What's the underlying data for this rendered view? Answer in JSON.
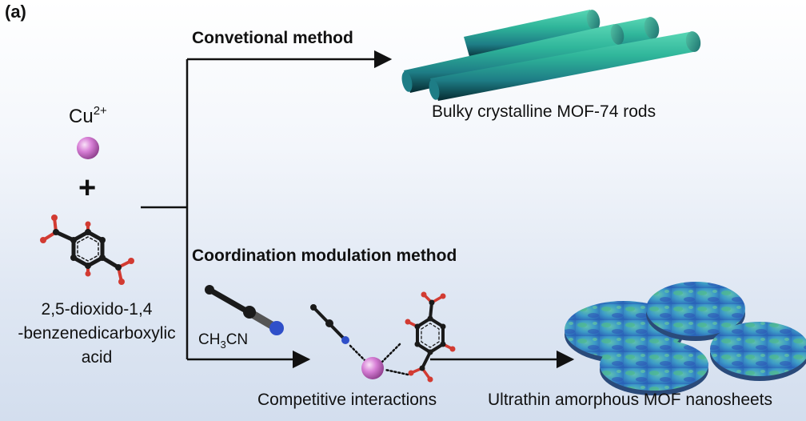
{
  "panel_label": "(a)",
  "ion_label": "Cu",
  "ion_charge": "2+",
  "plus_sign": "+",
  "ligand_name": [
    "2,5-dioxido-1,4",
    "-benzenedicarboxylic",
    "acid"
  ],
  "conventional_method": "Convetional method",
  "conventional_product": "Bulky crystalline MOF-74 rods",
  "modulation_method": "Coordination modulation method",
  "modulator": "CH3CN",
  "modulator_parts": [
    "CH",
    "3",
    "CN"
  ],
  "intermediate": "Competitive interactions",
  "modulation_product": "Ultrathin amorphous MOF nanosheets",
  "colors": {
    "cu_ion": "#d77fd6",
    "oxygen": "#d23b32",
    "carbon": "#1a1a1a",
    "nitrogen": "#2f4fc9",
    "rod": "#2fb59a",
    "sheet": "#3d9bc7"
  }
}
